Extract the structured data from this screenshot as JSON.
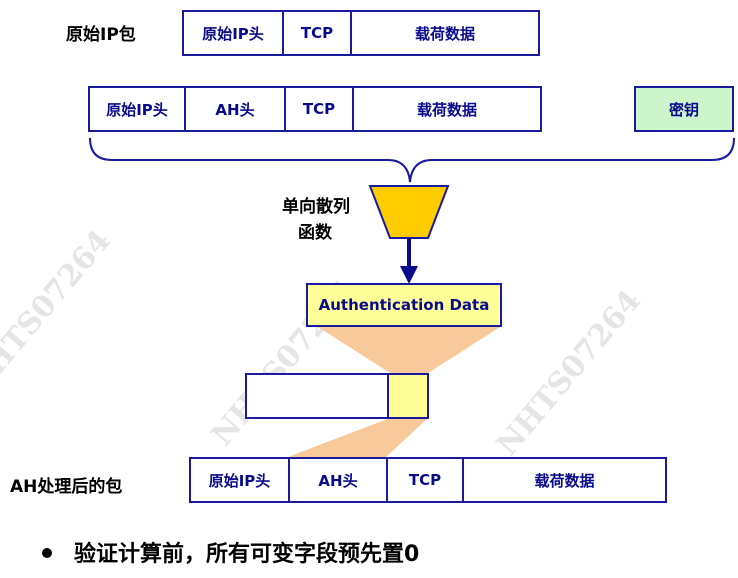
{
  "original_packet": {
    "label": "原始IP包",
    "fields": [
      "原始IP头",
      "TCP",
      "载荷数据"
    ]
  },
  "input_row": {
    "fields": [
      "原始IP头",
      "AH头",
      "TCP",
      "载荷数据"
    ],
    "key": "密钥"
  },
  "hash_function": {
    "label_line1": "单向散列",
    "label_line2": "函数"
  },
  "auth_data": {
    "label": "Authentication Data"
  },
  "processed_packet": {
    "label": "AH处理后的包",
    "fields": [
      "原始IP头",
      "AH头",
      "TCP",
      "载荷数据"
    ]
  },
  "watermark": "NHTS07264",
  "bullet": {
    "text": "验证计算前，所有可变字段预先置0"
  },
  "colors": {
    "border": "#1a1a9e",
    "field_text": "#0a0a8c",
    "key_fill": "#ccf5cc",
    "hash_fill": "#ffcc00",
    "auth_fill": "#ffff99",
    "cone_fill": "#f8c99a"
  }
}
